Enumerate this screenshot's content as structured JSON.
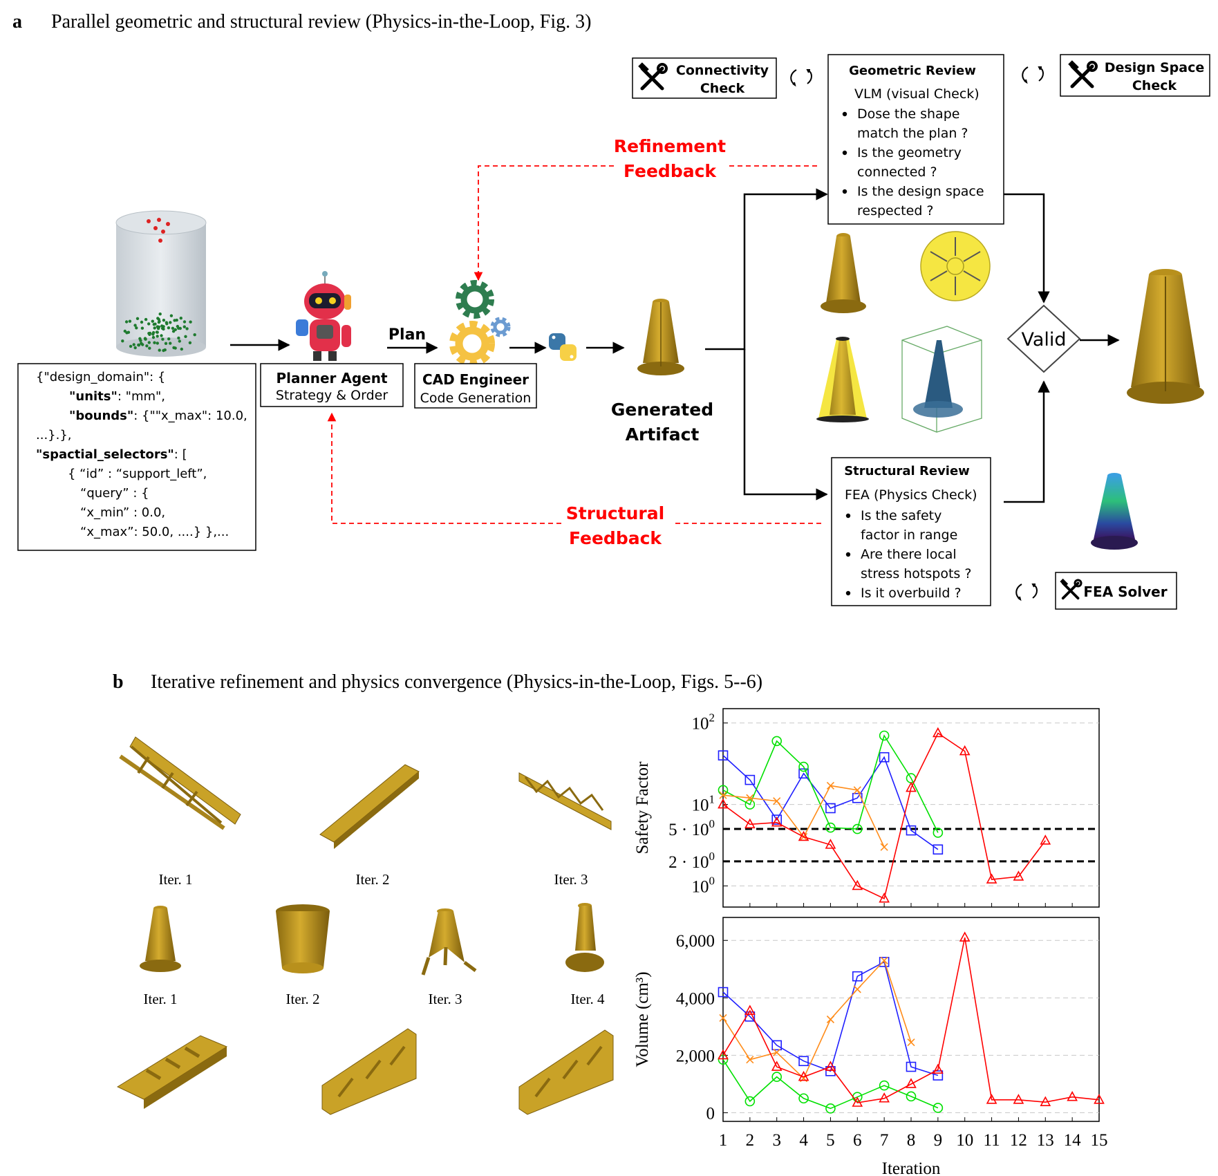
{
  "panel_a": {
    "letter": "a",
    "title": "Parallel geometric and structural review (Physics-in-the-Loop, Fig. 3)",
    "json_spec": [
      {
        "parts": [
          {
            "t": "{\"design_domain\": {",
            "b": false
          }
        ]
      },
      {
        "parts": [
          {
            "t": "\"units\"",
            "b": true
          },
          {
            "t": ": \"mm\",",
            "b": false
          }
        ]
      },
      {
        "parts": [
          {
            "t": "\"bounds\"",
            "b": true
          },
          {
            "t": ": {\"\"x_max\": 10.0,",
            "b": false
          }
        ]
      },
      {
        "parts": [
          {
            "t": "...}.},",
            "b": false
          }
        ]
      },
      {
        "parts": [
          {
            "t": "\"spactial_selectors\"",
            "b": true
          },
          {
            "t": ": [",
            "b": false
          }
        ]
      },
      {
        "parts": [
          {
            "t": "{ “id” : “support_left”,",
            "b": false
          }
        ]
      },
      {
        "parts": [
          {
            "t": "“query” : {",
            "b": false
          }
        ]
      },
      {
        "parts": [
          {
            "t": "“x_min” : 0.0,",
            "b": false
          }
        ]
      },
      {
        "parts": [
          {
            "t": "“x_max”: 50.0, ....} },...",
            "b": false
          }
        ]
      }
    ],
    "planner": {
      "title": "Planner Agent",
      "subtitle": "Strategy & Order"
    },
    "plan_label": "Plan",
    "cad": {
      "title": "CAD Engineer",
      "subtitle": "Code Generation"
    },
    "artifact_label": [
      "Generated",
      "Artifact"
    ],
    "refinement_label": [
      "Refinement",
      "Feedback"
    ],
    "structural_feedback_label": [
      "Structural",
      "Feedback"
    ],
    "connectivity_check": [
      "Connectivity",
      "Check"
    ],
    "design_space_check": [
      "Design Space",
      "Check"
    ],
    "geometric_review": {
      "title": "Geometric Review",
      "method": "VLM (visual Check)",
      "bullets": [
        [
          "Dose the shape",
          "match the plan ?"
        ],
        [
          "Is the geometry",
          "connected ?"
        ],
        [
          "Is the design space",
          "respected ?"
        ]
      ]
    },
    "structural_review": {
      "title": "Structural Review",
      "method": "FEA (Physics Check)",
      "bullets": [
        [
          "Is the safety",
          "factor in range"
        ],
        [
          "Are there local",
          "stress hotspots ?"
        ],
        [
          "Is it overbuild ?"
        ]
      ]
    },
    "fea_solver": "FEA Solver",
    "valid_label": "Valid",
    "icons": [
      "tools-icon",
      "refresh-arrows-icon",
      "python-icon",
      "gear-icon",
      "robot-icon"
    ],
    "colors": {
      "feedback": "#ff0000",
      "gold": "#c9a227",
      "gear_green": "#2e7d4f",
      "gear_yellow": "#f5c242",
      "gear_blue": "#6b9bd1"
    }
  },
  "panel_b": {
    "letter": "b",
    "title": "Iterative refinement and physics convergence (Physics-in-the-Loop, Figs. 5--6)",
    "row1_labels": [
      "Iter. 1",
      "Iter. 2",
      "Iter. 3"
    ],
    "row2_labels": [
      "Iter. 1",
      "Iter. 2",
      "Iter. 3",
      "Iter. 4"
    ]
  },
  "chart_data": [
    {
      "type": "line",
      "ylabel": "Safety Factor",
      "yscale": "log",
      "ylim": [
        0.55,
        150
      ],
      "ytick_labels": [
        "10^0",
        "2 · 10^0",
        "5 · 10^0",
        "10^1",
        "10^2"
      ],
      "xlim": [
        1,
        15
      ],
      "reference_lines": [
        5,
        2
      ],
      "grid": true,
      "series": [
        {
          "color": "#1f1fff",
          "marker": "square",
          "x": [
            1,
            2,
            3,
            4,
            5,
            6,
            7,
            8,
            9
          ],
          "values": [
            40,
            20,
            6.5,
            24,
            9,
            12,
            38,
            4.8,
            2.8
          ]
        },
        {
          "color": "#00e000",
          "marker": "circle",
          "x": [
            1,
            2,
            3,
            4,
            5,
            6,
            7,
            8,
            9
          ],
          "values": [
            15,
            10,
            60,
            29,
            5.2,
            5,
            70,
            21,
            4.5
          ]
        },
        {
          "color": "#ff8c1a",
          "marker": "x",
          "x": [
            1,
            2,
            3,
            4,
            5,
            6,
            7
          ],
          "values": [
            13,
            12,
            11,
            4,
            17,
            15,
            3
          ]
        },
        {
          "color": "#ff0000",
          "marker": "triangle",
          "x": [
            1,
            2,
            3,
            4,
            5,
            6,
            7,
            8,
            9,
            10,
            11,
            12,
            13
          ],
          "values": [
            10,
            5.7,
            6,
            4,
            3.2,
            1,
            0.7,
            16,
            75,
            45,
            1.2,
            1.3,
            3.6
          ]
        }
      ]
    },
    {
      "type": "line",
      "xlabel": "Iteration",
      "ylabel": "Volume (cm³)",
      "ylim": [
        -300,
        6800
      ],
      "yticks": [
        0,
        2000,
        4000,
        6000
      ],
      "ytick_labels": [
        "0",
        "2,000",
        "4,000",
        "6,000"
      ],
      "xticks": [
        1,
        2,
        3,
        4,
        5,
        6,
        7,
        8,
        9,
        10,
        11,
        12,
        13,
        14,
        15
      ],
      "grid": true,
      "series": [
        {
          "color": "#1f1fff",
          "marker": "square",
          "x": [
            1,
            2,
            3,
            4,
            5,
            6,
            7,
            8,
            9
          ],
          "values": [
            4200,
            3350,
            2350,
            1800,
            1450,
            4750,
            5250,
            1600,
            1300
          ]
        },
        {
          "color": "#00e000",
          "marker": "circle",
          "x": [
            1,
            2,
            3,
            4,
            5,
            6,
            7,
            8,
            9
          ],
          "values": [
            1850,
            400,
            1250,
            500,
            150,
            550,
            950,
            570,
            170
          ]
        },
        {
          "color": "#ff8c1a",
          "marker": "x",
          "x": [
            1,
            2,
            3,
            4,
            5,
            6,
            7,
            8
          ],
          "values": [
            3300,
            1850,
            2100,
            1200,
            3250,
            4300,
            5300,
            2450
          ]
        },
        {
          "color": "#ff0000",
          "marker": "triangle",
          "x": [
            1,
            2,
            3,
            4,
            5,
            6,
            7,
            8,
            9,
            10,
            11,
            12,
            13,
            14,
            15
          ],
          "values": [
            2000,
            3550,
            1600,
            1250,
            1600,
            350,
            500,
            1000,
            1500,
            6100,
            450,
            450,
            370,
            550,
            450
          ]
        }
      ]
    }
  ]
}
